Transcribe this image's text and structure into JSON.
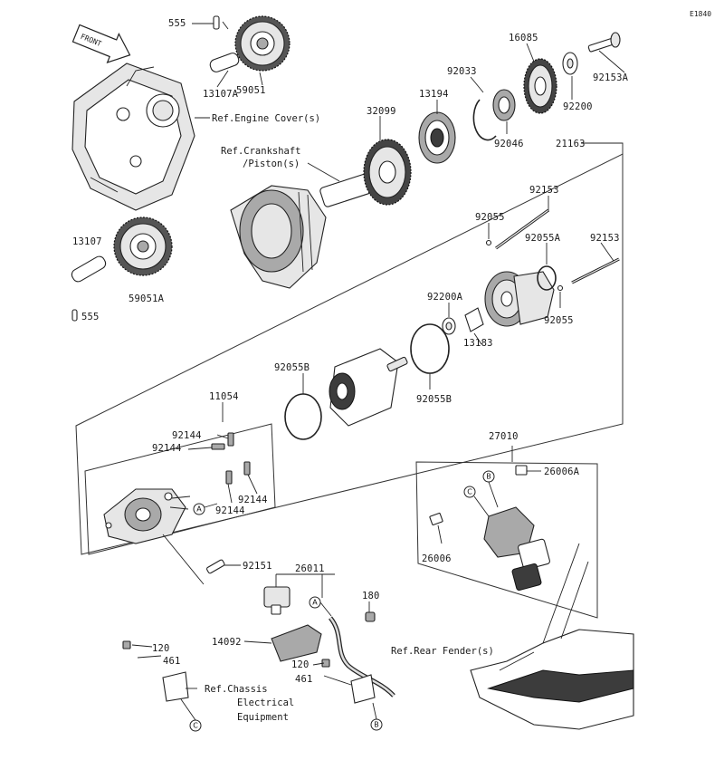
{
  "diagram_id": "E1840",
  "front_arrow": "FRONT",
  "parts": {
    "p555_top": "555",
    "p555_bottom": "555",
    "p59051": "59051",
    "p59051a": "59051A",
    "p13107a": "13107A",
    "p13107": "13107",
    "p32099": "32099",
    "p13194": "13194",
    "p92033": "92033",
    "p16085": "16085",
    "p92046": "92046",
    "p92200": "92200",
    "p92153a": "92153A",
    "p21163": "21163",
    "p92153_a": "92153",
    "p92153_b": "92153",
    "p92055_top": "92055",
    "p92055a": "92055A",
    "p92055_right": "92055",
    "p92200a": "92200A",
    "p13183": "13183",
    "p92055b_left": "92055B",
    "p92055b_right": "92055B",
    "p11054": "11054",
    "p92144_1": "92144",
    "p92144_2": "92144",
    "p92144_3": "92144",
    "p92144_4": "92144",
    "p92151": "92151",
    "p26011": "26011",
    "p180": "180",
    "p14092": "14092",
    "p120_left": "120",
    "p461_left": "461",
    "p120_mid": "120",
    "p461_mid": "461",
    "p27010": "27010",
    "p26006a": "26006A",
    "p26006": "26006"
  },
  "references": {
    "engine_cover": "Ref.Engine Cover(s)",
    "crankshaft_line1": "Ref.Crankshaft",
    "crankshaft_line2": "/Piston(s)",
    "rear_fender": "Ref.Rear Fender(s)",
    "chassis_line1": "Ref.Chassis",
    "chassis_line2": "Electrical",
    "chassis_line3": "Equipment"
  },
  "markers": {
    "a_starter": "A",
    "a_cable": "A",
    "b_relay": "B",
    "b_cable": "B",
    "c_relay": "C",
    "c_chassis": "C"
  }
}
